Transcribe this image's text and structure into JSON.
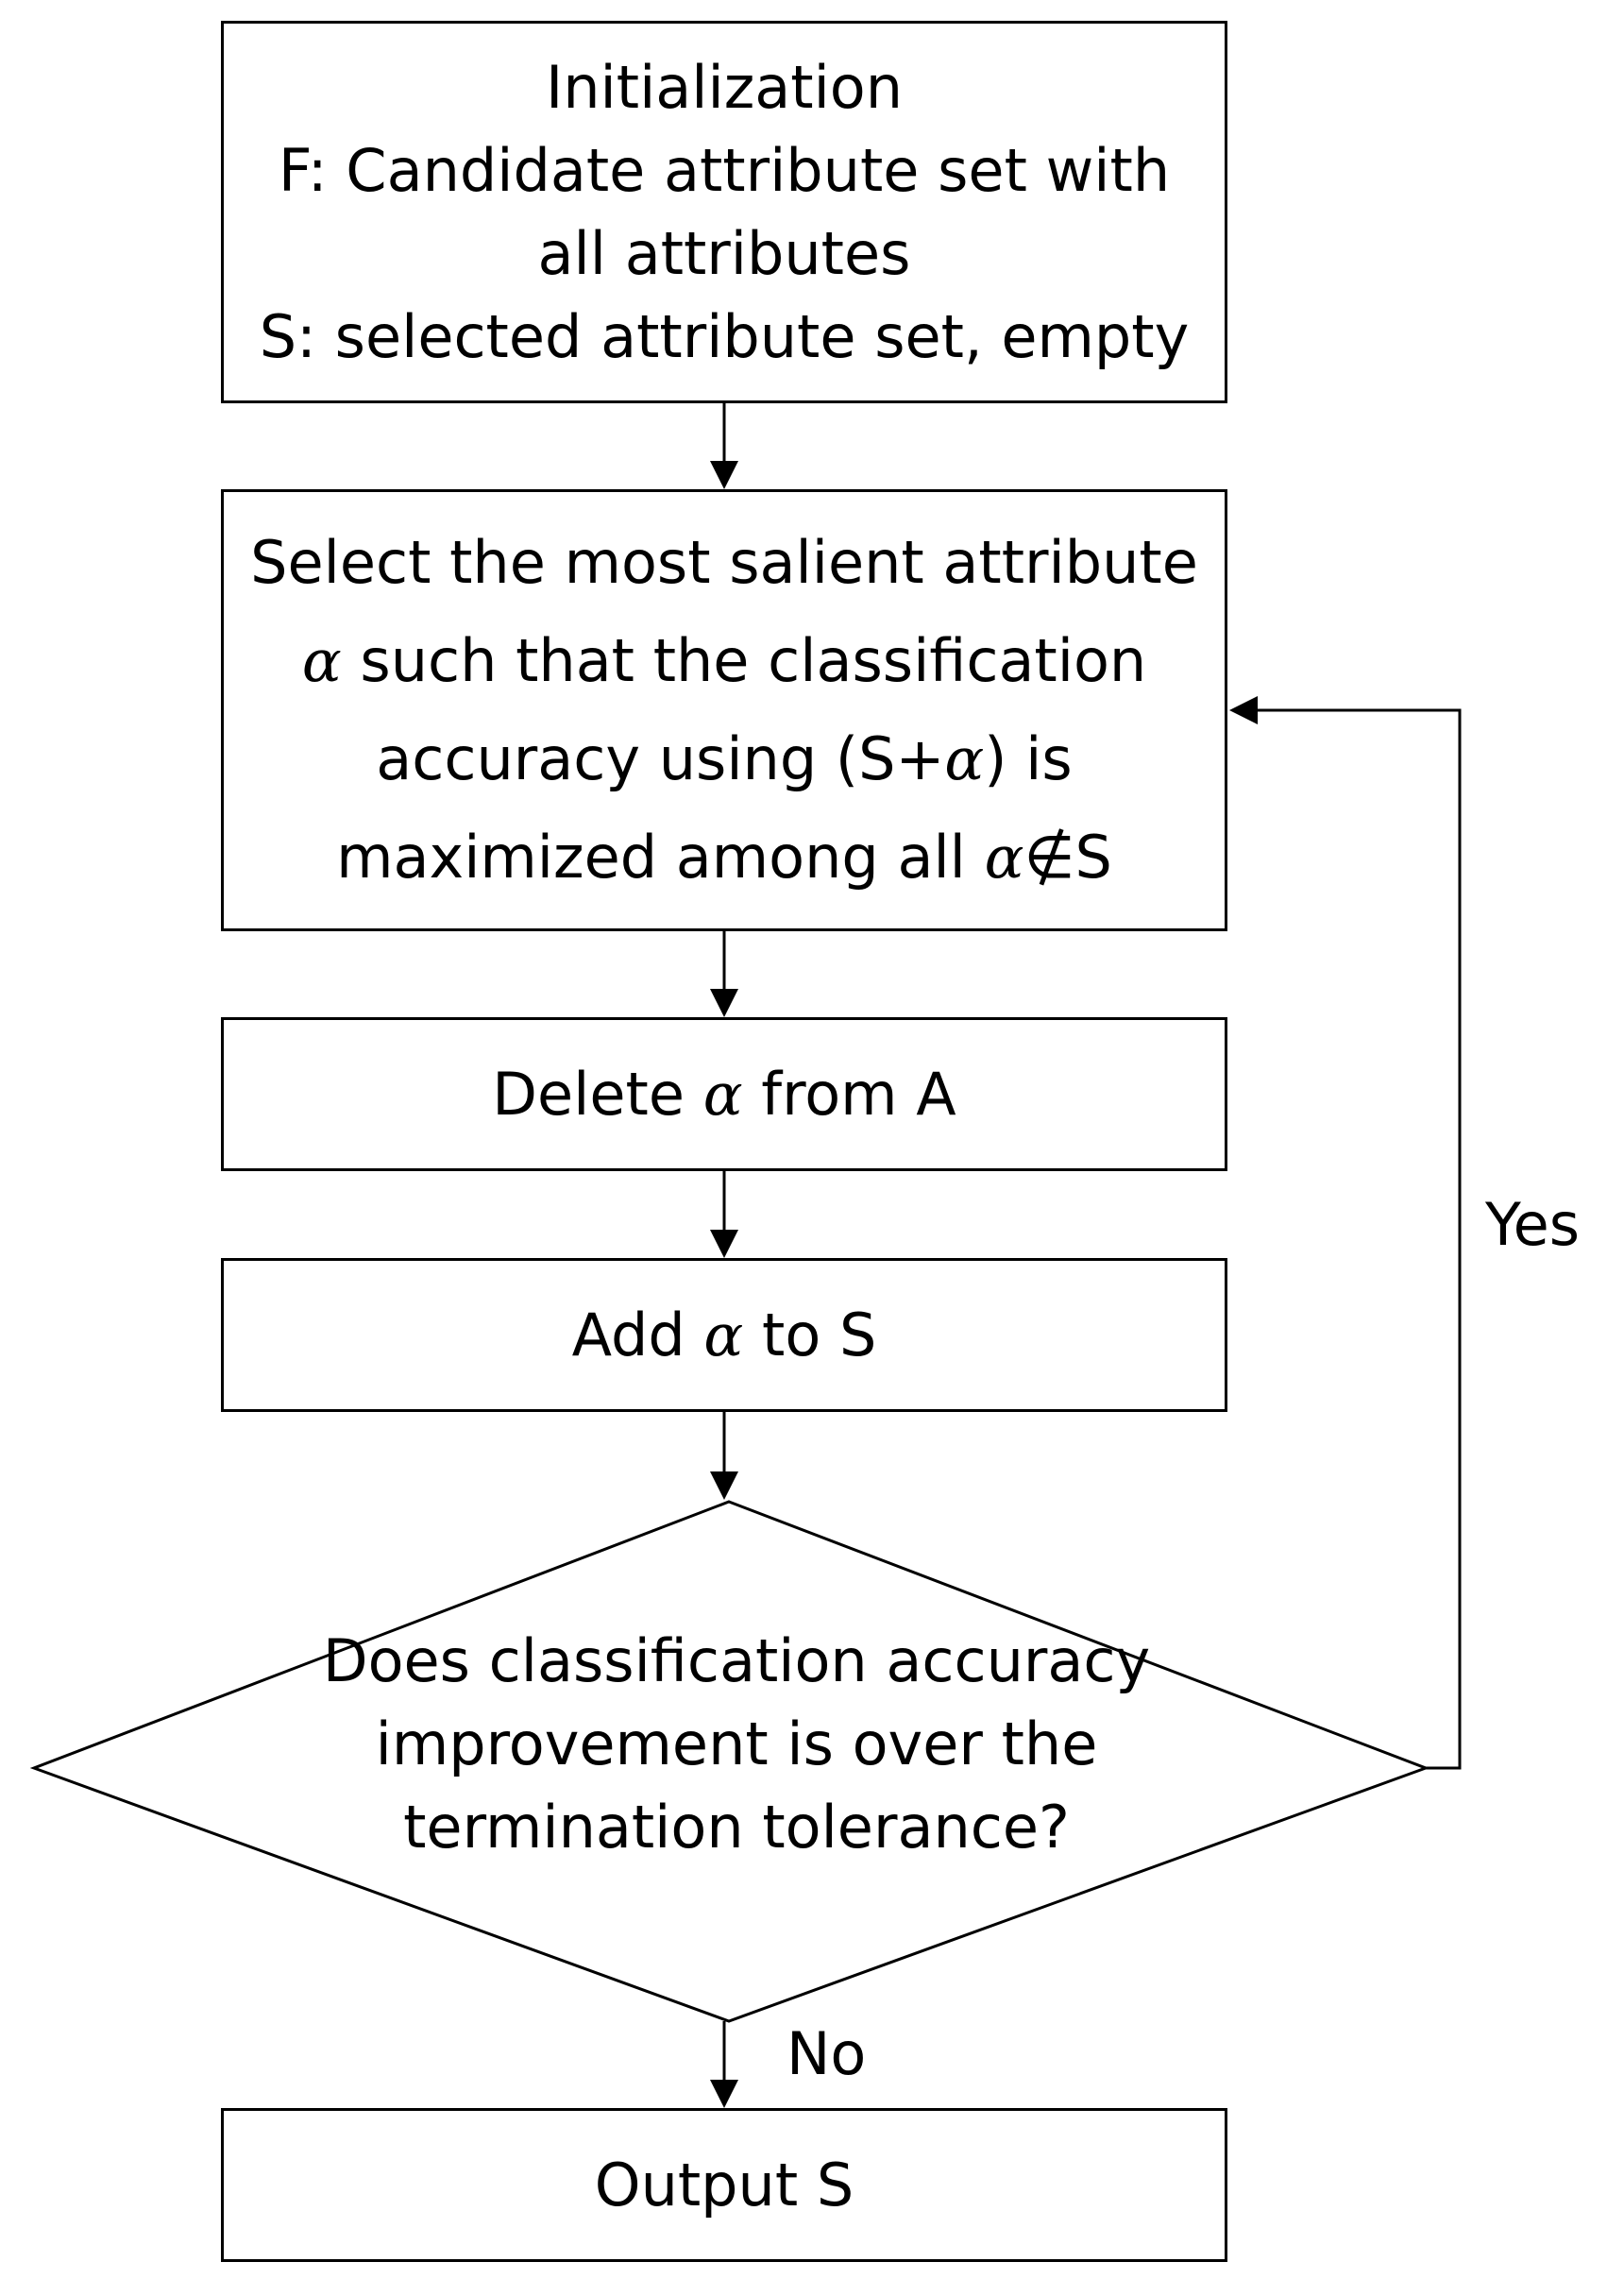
{
  "diagram": {
    "nodes": {
      "init": {
        "lines": [
          "Initialization",
          "F: Candidate attribute set with",
          "all attributes",
          "S: selected attribute set, empty"
        ]
      },
      "select": {
        "line1": "Select the most salient attribute",
        "line2_symbol": "α",
        "line2_text": " such that the classification",
        "line3_pre": "accuracy using (S+",
        "line3_symbol": "α",
        "line3_post": ") is",
        "line4_pre": "maximized among all ",
        "line4_symbol": "α",
        "line4_post": "∉S"
      },
      "delete": {
        "pre": "Delete ",
        "symbol": "α",
        "post": " from A"
      },
      "add": {
        "pre": "Add ",
        "symbol": "α",
        "post": " to S"
      },
      "decision": {
        "lines": [
          "Does classification accuracy",
          "improvement is over the",
          "termination tolerance?"
        ]
      },
      "output": {
        "text": "Output S"
      }
    },
    "edge_labels": {
      "yes": "Yes",
      "no": "No"
    },
    "colors": {
      "stroke": "#000000",
      "fill": "#ffffff"
    }
  }
}
